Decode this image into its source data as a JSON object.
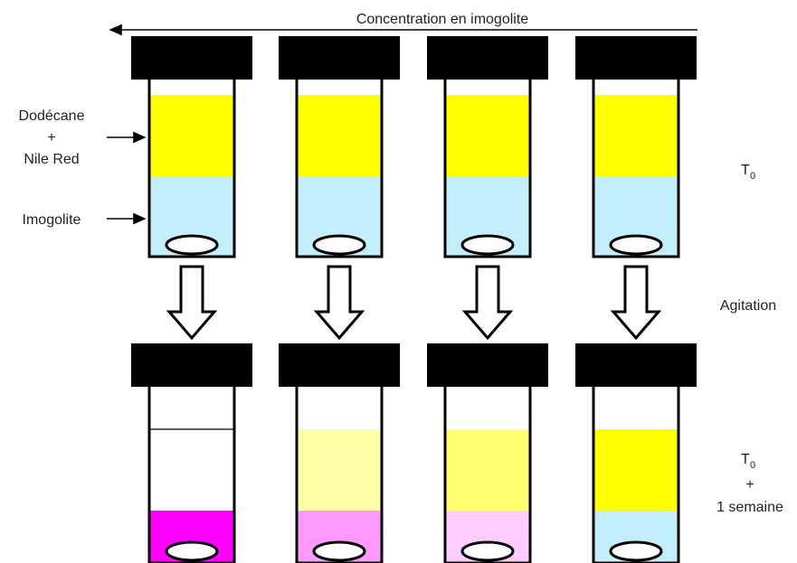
{
  "header": {
    "arrow_label": "Concentration en imogolite"
  },
  "labels": {
    "left_top_line1": "Dodécane",
    "left_top_plus": "+",
    "left_top_line2": "Nile Red",
    "left_bottom": "Imogolite",
    "row1_time_main": "T",
    "row1_time_sub": "0",
    "middle_step": "Agitation",
    "row2_time_main": "T",
    "row2_time_sub": "0",
    "row2_plus": "+",
    "row2_duration": "1 semaine"
  },
  "colors": {
    "cap": "#000000",
    "dodecane_yellow": "#ffff00",
    "imogolite_blue": "#c3eefb",
    "outline": "#000000"
  },
  "tubes_top": [
    {
      "top_color": "#ffff00",
      "bottom_color": "#c3eefb"
    },
    {
      "top_color": "#ffff00",
      "bottom_color": "#c3eefb"
    },
    {
      "top_color": "#ffff00",
      "bottom_color": "#c3eefb"
    },
    {
      "top_color": "#ffff00",
      "bottom_color": "#c3eefb"
    }
  ],
  "tubes_bottom": [
    {
      "top_color": "#ffffff",
      "bottom_color": "#ff00ff"
    },
    {
      "top_color": "#ffffa6",
      "bottom_color": "#ff99ff"
    },
    {
      "top_color": "#ffff70",
      "bottom_color": "#ffccff"
    },
    {
      "top_color": "#ffff00",
      "bottom_color": "#c3eefb"
    }
  ]
}
